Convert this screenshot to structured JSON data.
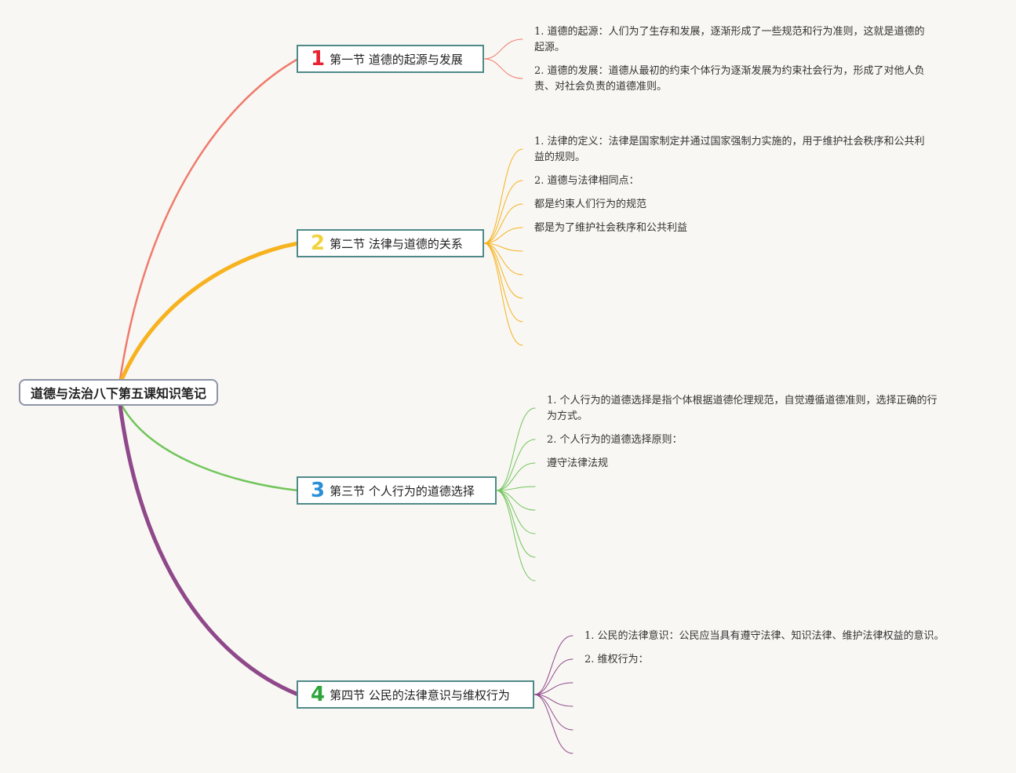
{
  "root": {
    "title": "道德与法治八下第五课知识笔记"
  },
  "colors": {
    "background": "#f8f7f3",
    "s1": "#ef7b6c",
    "s2": "#f7b21f",
    "s3": "#72c55b",
    "s4": "#8f4889",
    "box_border": "#4f8a88"
  },
  "sections": [
    {
      "num": "1",
      "title": "第一节 道德的起源与发展",
      "items": [
        "1. 道德的起源：人们为了生存和发展，逐渐形成了一些规范和行为准则，这就是道德的起源。",
        "2. 道德的发展：道德从最初的约束个体行为逐渐发展为约束社会行为，形成了对他人负责、对社会负责的道德准则。"
      ]
    },
    {
      "num": "2",
      "title": "第二节 法律与道德的关系",
      "items": [
        "1. 法律的定义：法律是国家制定并通过国家强制力实施的，用于维护社会秩序和公共利益的规则。",
        "2. 道德与法律相同点：",
        "都是约束人们行为的规范",
        "都是为了维护社会秩序和公共利益"
      ]
    },
    {
      "num": "3",
      "title": "第三节 个人行为的道德选择",
      "items": [
        "1. 个人行为的道德选择是指个体根据道德伦理规范，自觉遵循道德准则，选择正确的行为方式。",
        "2. 个人行为的道德选择原则：",
        "遵守法律法规"
      ]
    },
    {
      "num": "4",
      "title": "第四节 公民的法律意识与维权行为",
      "items": [
        "1. 公民的法律意识：公民应当具有遵守法律、知识法律、维护法律权益的意识。",
        "2. 维权行为："
      ]
    }
  ]
}
